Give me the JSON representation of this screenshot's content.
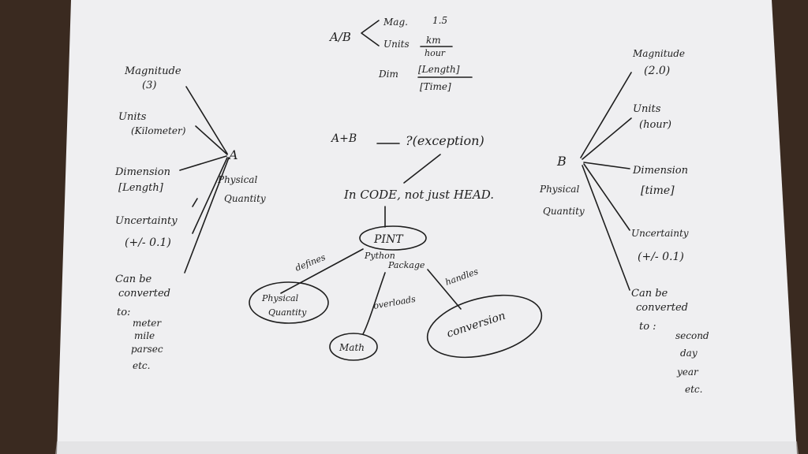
{
  "colors": {
    "background": "#3a2a20",
    "paper": "#eeeef0",
    "ink": "#1e1e1e"
  },
  "top_ratio": {
    "label": "A/B",
    "mag_label": "Mag.",
    "mag_value": "1.5",
    "units_label": "Units",
    "units_num": "km",
    "units_den": "hour",
    "dim_label": "Dim",
    "dim_num": "[Length]",
    "dim_den": "[Time]"
  },
  "left": {
    "node": "A",
    "node_caption_1": "Physical",
    "node_caption_2": "Quantity",
    "magnitude_label": "Magnitude",
    "magnitude_value": "(3)",
    "units_label": "Units",
    "units_value": "(Kilometer)",
    "dimension_label": "Dimension",
    "dimension_value": "[Length]",
    "uncertainty_label": "Uncertainty",
    "uncertainty_value": "(+/- 0.1)",
    "convert_1": "Can be",
    "convert_2": "converted",
    "convert_3": "to:",
    "targets": [
      "meter",
      "mile",
      "parsec",
      "etc."
    ]
  },
  "right": {
    "node": "B",
    "node_caption_1": "Physical",
    "node_caption_2": "Quantity",
    "magnitude_label": "Magnitude",
    "magnitude_value": "(2.0)",
    "units_label": "Units",
    "units_value": "(hour)",
    "dimension_label": "Dimension",
    "dimension_value": "[time]",
    "uncertainty_label": "Uncertainty",
    "uncertainty_value": "(+/- 0.1)",
    "convert_1": "Can be",
    "convert_2": "converted",
    "convert_3": "to :",
    "targets": [
      "second",
      "day",
      "year",
      "etc."
    ]
  },
  "center": {
    "sum": "A+B",
    "dash": "—",
    "exception": "?(exception)",
    "code_line": "In CODE, not just HEAD.",
    "pint": "PINT",
    "pint_caption_1": "Python",
    "pint_caption_2": "Package",
    "edge_defines": "defines",
    "edge_overloads": "overloads",
    "edge_handles": "handles",
    "pq_1": "Physical",
    "pq_2": "Quantity",
    "math": "Math",
    "conversion": "conversion"
  }
}
